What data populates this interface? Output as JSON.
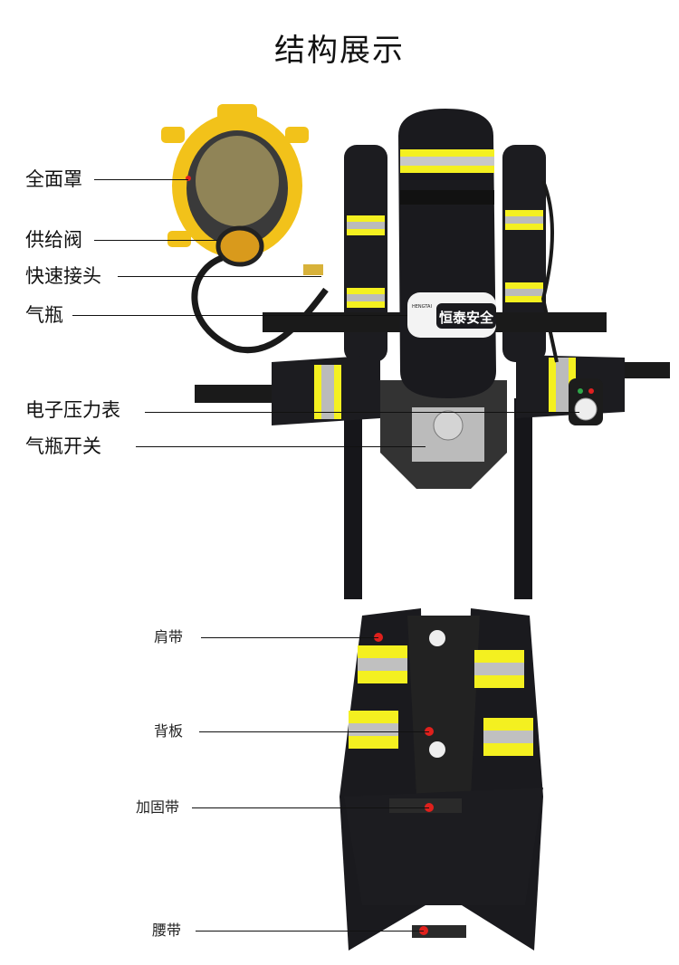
{
  "title": "结构展示",
  "top_labels": [
    "全面罩",
    "供给阀",
    "快速接头",
    "气瓶",
    "电子压力表",
    "气瓶开关"
  ],
  "bottom_labels": [
    "肩带",
    "背板",
    "加固带",
    "腰带"
  ],
  "cylinder_logo": {
    "brand_cn": "恒泰安全",
    "brand_en": "HENGTAI"
  },
  "colors": {
    "reflective_yellow": "#f4f020",
    "mask_yellow": "#f2c21a",
    "strap_black": "#16161a",
    "marker_red": "#e0201c"
  }
}
